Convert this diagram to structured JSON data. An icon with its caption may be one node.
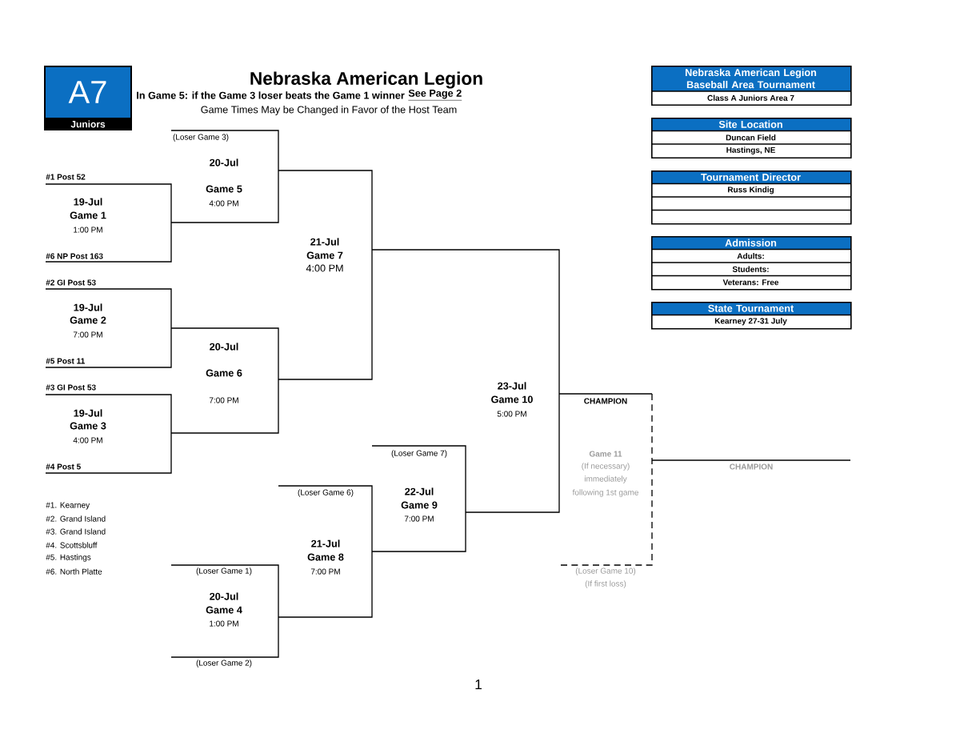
{
  "diagram": {
    "title": "Nebraska American Legion",
    "nodes": [
      {
        "text": [
          "A7",
          "Juniors"
        ]
      },
      {
        "text": [
          "Nebraska American Legion Baseball Area Tournament",
          "Class A Juniors Area 7"
        ]
      },
      {
        "text": [
          "Site Location",
          "Duncan Field",
          "Hastings, NE"
        ]
      },
      {
        "text": [
          "Tournament Director",
          "Russ Kindig"
        ]
      },
      {
        "text": [
          "Admission",
          "Adults:",
          "Students:",
          "Veterans: Free"
        ]
      },
      {
        "text": [
          "State Tournament",
          "Kearney 27-31 July"
        ]
      }
    ],
    "edges": [],
    "labels": [
      "In Game 5: if the Game 3 loser beats the Game 1 winner",
      "See Page 2",
      "Game Times May be Changed in Favor of the Host Team",
      "(Loser Game 3)",
      "20-Jul",
      "#1 Post 52",
      "Game 5",
      "19-Jul",
      "4:00 PM",
      "Game 1",
      "1:00 PM",
      "21-Jul",
      "#6 NP Post 163",
      "Game 7",
      "4:00 PM",
      "#2 GI Post 53",
      "19-Jul",
      "Game 2",
      "7:00 PM",
      "20-Jul",
      "#5 Post 11",
      "Game 6",
      "#3 GI Post 53",
      "23-Jul",
      "7:00 PM",
      "Game 10",
      "CHAMPION",
      "19-Jul",
      "5:00 PM",
      "Game 3",
      "4:00 PM",
      "(Loser Game 7)",
      "Game 11",
      "#4 Post 5",
      "(If necessary)",
      "CHAMPION",
      "immediately",
      "(Loser Game 6)",
      "22-Jul",
      "following 1st game",
      "#1. Kearney",
      "Game 9",
      "#2. Grand Island",
      "7:00 PM",
      "#3. Grand Island",
      "#4. Scottsbluff",
      "21-Jul",
      "#5. Hastings",
      "Game 8",
      "#6. North Platte",
      "(Loser Game 1)",
      "7:00 PM",
      "(Loser Game 10)",
      "(If first loss)",
      "20-Jul",
      "Game 4",
      "1:00 PM",
      "(Loser Game 2)",
      "1"
    ]
  }
}
